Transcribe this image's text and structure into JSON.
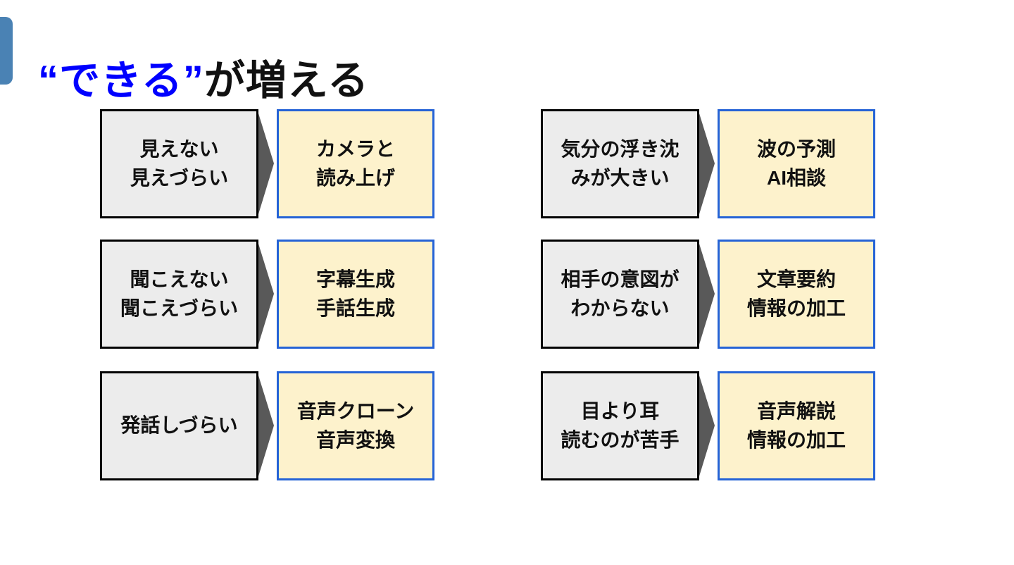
{
  "title": {
    "highlight": "“できる”",
    "rest": "が増える"
  },
  "colors": {
    "accent_bar": "#4a82b4",
    "title_highlight": "#0000ff",
    "title_rest": "#111111",
    "problem_fill": "#ececec",
    "problem_border": "#000000",
    "solution_fill": "#fdf2cc",
    "solution_border": "#2563d6",
    "arrow_color": "#595959"
  },
  "pairs": [
    {
      "problem": "見えない\n見えづらい",
      "solution": "カメラと\n読み上げ"
    },
    {
      "problem": "聞こえない\n聞こえづらい",
      "solution": "字幕生成\n手話生成"
    },
    {
      "problem": "発話しづらい",
      "solution": "音声クローン\n音声変換"
    },
    {
      "problem": "気分の浮き沈\nみが大きい",
      "solution": "波の予測\nAI相談"
    },
    {
      "problem": "相手の意図が\nわからない",
      "solution": "文章要約\n情報の加工"
    },
    {
      "problem": "目より耳\n読むのが苦手",
      "solution": "音声解説\n情報の加工"
    }
  ]
}
